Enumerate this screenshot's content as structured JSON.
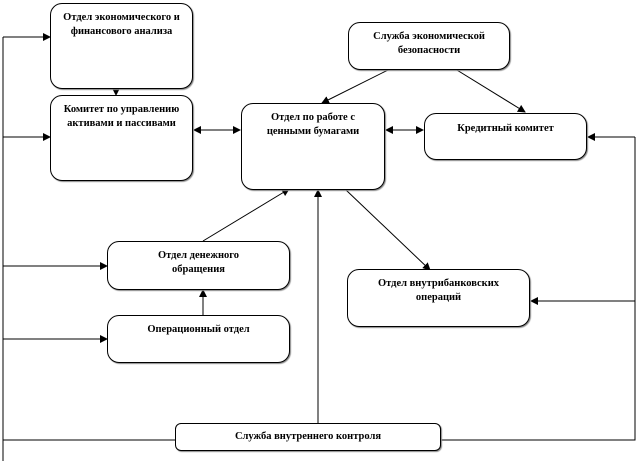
{
  "nodes": {
    "econ_analysis": "Отдел экономического и финансового анализа",
    "alco": "Комитет по управлению активами и пассивами",
    "securities": "Отдел по работе с ценными бумагами",
    "econ_security": "Служба экономической безопасности",
    "credit_committee": "Кредитный комитет",
    "cash_circulation": "Отдел денежного обращения",
    "operations": "Операционный отдел",
    "intrabank": "Отдел внутрибанковских операций",
    "internal_control": "Служба внутреннего контроля"
  }
}
